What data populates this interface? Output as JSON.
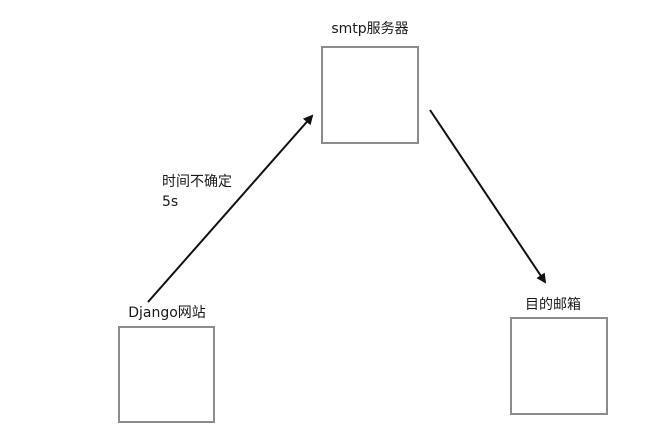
{
  "colors": {
    "box_border": "#8c8c8c",
    "arrow": "#111111",
    "background": "#ffffff"
  },
  "nodes": {
    "smtp": {
      "label": "smtp服务器"
    },
    "django": {
      "label": "Django网站"
    },
    "mailbox": {
      "label": "目的邮箱"
    }
  },
  "edges": {
    "django_to_smtp": {
      "label_line1": "时间不确定",
      "label_line2": "5s"
    }
  }
}
